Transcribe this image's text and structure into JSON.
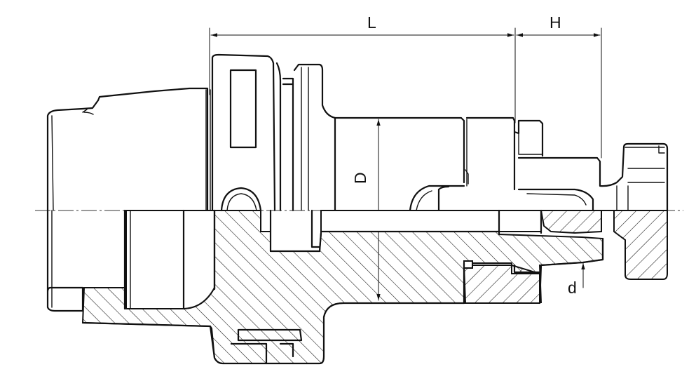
{
  "labels": {
    "L": "L",
    "H": "H",
    "D": "D",
    "d": "d"
  },
  "colors": {
    "ink": "#111111",
    "background": "#ffffff"
  }
}
